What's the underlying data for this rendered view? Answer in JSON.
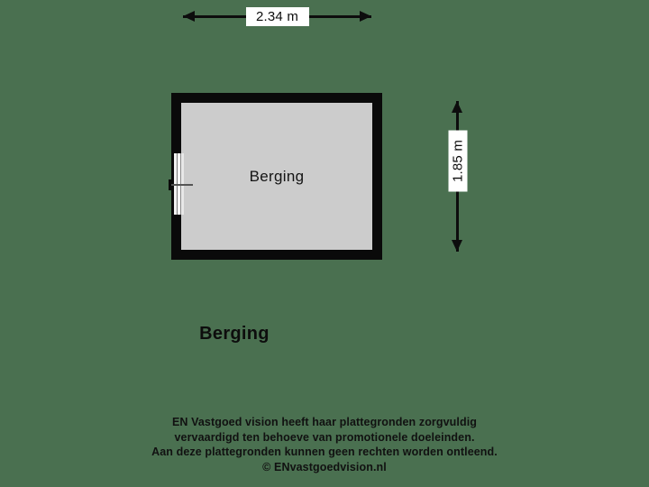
{
  "plan": {
    "title": "Berging",
    "room": {
      "label": "Berging",
      "fill_color": "#cccccc",
      "wall_color": "#0a0a0a"
    },
    "background_color": "#4a7050"
  },
  "dimensions": {
    "width_label": "2.34 m",
    "height_label": "1.85 m"
  },
  "footer": {
    "line1": "EN Vastgoed vision heeft haar plattegronden zorgvuldig",
    "line2": "vervaardigd ten behoeve van promotionele doeleinden.",
    "line3": "Aan deze plattegronden kunnen geen rechten worden ontleend.",
    "line4": "© ENvastgoedvision.nl"
  }
}
